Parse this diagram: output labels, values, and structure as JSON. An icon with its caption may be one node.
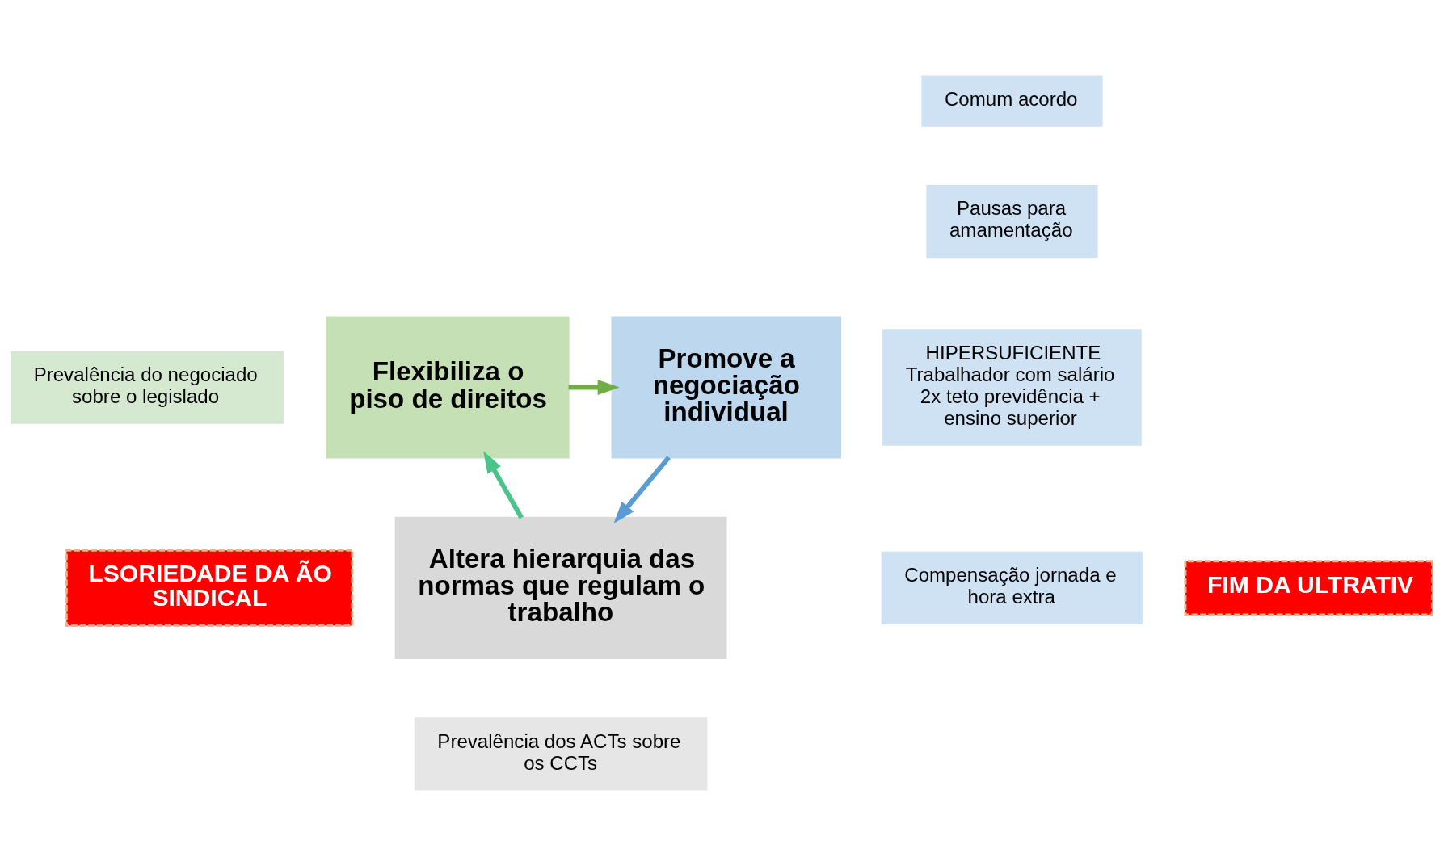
{
  "diagram": {
    "nodes": [
      {
        "text": [
          "Flexibiliza o piso de direitos"
        ]
      },
      {
        "text": [
          "Promove a negociação individual"
        ]
      },
      {
        "text": [
          "Altera hierarquia das normas que regulam o trabalho"
        ]
      },
      {
        "text": [
          "Prevalência do negociado sobre o legislado"
        ]
      },
      {
        "text": [
          "Comum acordo"
        ]
      },
      {
        "text": [
          "Pausas para amamentação"
        ]
      },
      {
        "text": [
          "HIPERSUFICIENTE",
          "Trabalhador com salário 2x teto previdência + ensino superior"
        ]
      },
      {
        "text": [
          "Compensação jornada e hora extra"
        ]
      },
      {
        "text": [
          "Prevalência dos ACTs sobre os CCTs"
        ]
      },
      {
        "text": [
          "LSORIEDADE DA ÃO SINDICAL"
        ]
      },
      {
        "text": [
          "FIM DA ULTRATIV"
        ]
      }
    ],
    "edges": [
      {
        "from": 0,
        "to": 1,
        "arrow": "to",
        "color": "#70ad47"
      },
      {
        "from": 1,
        "to": 2,
        "arrow": "to",
        "color": "#5b9bd5"
      },
      {
        "from": 2,
        "to": 0,
        "arrow": "to",
        "color": "#4cc38a"
      }
    ]
  }
}
